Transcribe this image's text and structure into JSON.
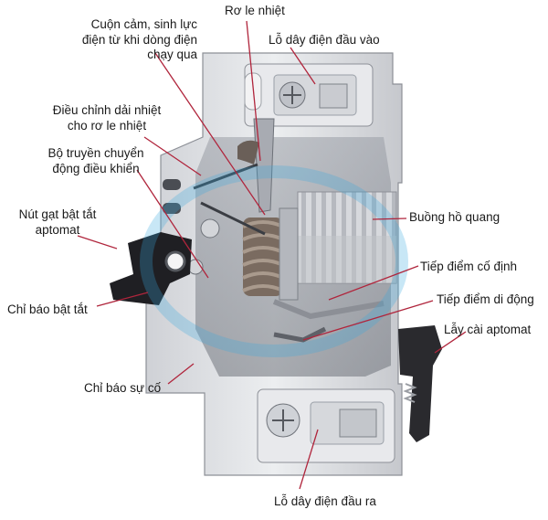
{
  "diagram": {
    "labels": {
      "coil": "Cuộn cảm, sinh lực\nđiện từ khi dòng điện\nchạy qua",
      "thermal_relay": "Rơ le nhiệt",
      "input_terminal": "Lỗ dây điện đầu vào",
      "thermal_adjust": "Điều chỉnh dải nhiệt\ncho rơ le nhiệt",
      "actuator": "Bộ truyền chuyển\nđộng điều khiển",
      "arc_chamber": "Buồng hồ quang",
      "toggle": "Nút gạt bật tắt\naptomat",
      "fixed_contact": "Tiếp điểm cố định",
      "moving_contact": "Tiếp điểm di động",
      "on_off_indicator": "Chỉ báo bật tắt",
      "din_latch": "Lẫy cài aptomat",
      "fault_indicator": "Chỉ báo sự cố",
      "output_terminal": "Lỗ dây điện đầu ra"
    },
    "colors": {
      "leader_line": "#b0253c",
      "housing": "#e4e5e8",
      "housing_shadow": "#b9bcc2",
      "inner": "#c9ccd2",
      "dark_part": "#1e1e22",
      "spring": "#8a8a8a",
      "watermark": "#3aa8e0"
    }
  }
}
